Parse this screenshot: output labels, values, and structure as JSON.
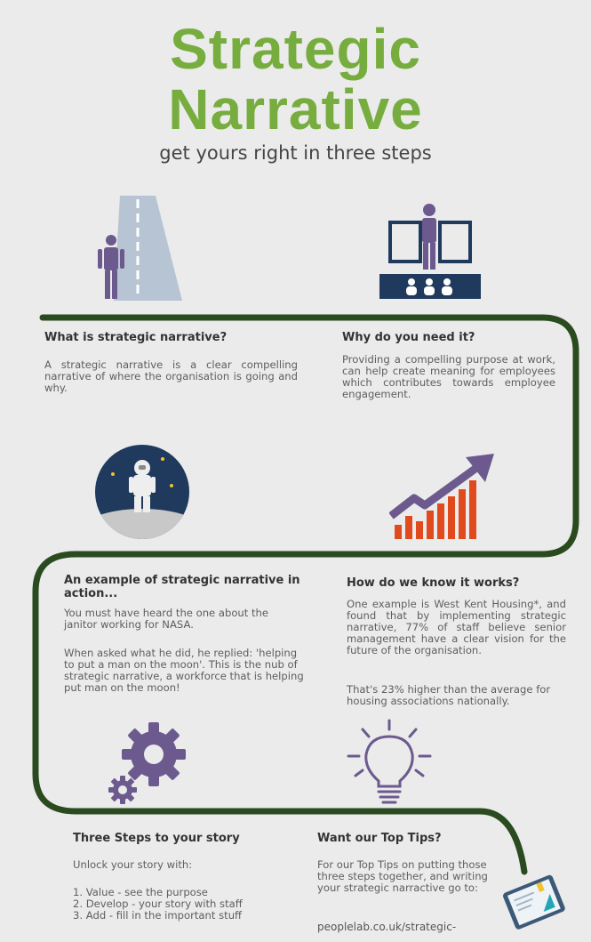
{
  "header": {
    "title_line1": "Strategic",
    "title_line2": "Narrative",
    "subtitle": "get yours right in three steps"
  },
  "sections": {
    "what": {
      "heading": "What is strategic narrative?",
      "body": "A strategic narrative is a clear compelling narrative of where the organisation is going and why."
    },
    "why": {
      "heading": "Why do you need it?",
      "body": "Providing a compelling purpose at work, can help create meaning for employees which contributes towards employee engagement."
    },
    "example": {
      "heading": "An example of strategic narrative in action...",
      "body1": "You must have heard the one about the janitor working for NASA.",
      "body2": "When asked what he did, he replied: 'helping to put a man on the moon'. This is the nub of strategic narrative, a workforce that is helping put man on the moon!"
    },
    "how": {
      "heading": "How do we know it works?",
      "body1": "One example is West Kent Housing*, and found that by implementing strategic narrative, 77% of staff believe senior management have a clear vision for the future of the organisation.",
      "body2": "That's 23% higher than the average for housing associations nationally."
    },
    "three_steps": {
      "heading": "Three Steps to your story",
      "intro": "Unlock your story with:",
      "steps": [
        "1. Value - see the purpose",
        "2. Develop - your story with staff",
        "3. Add - fill in the important stuff"
      ]
    },
    "top_tips": {
      "heading": "Want our Top Tips?",
      "body": "For our Top Tips on putting those three steps together, and writing your strategic narractive go to:",
      "link": "peoplelab.co.uk/strategic-"
    }
  },
  "icons": [
    "road-person-icon",
    "presenter-audience-icon",
    "astronaut-moon-icon",
    "growth-chart-icon",
    "gears-icon",
    "lightbulb-icon",
    "tablet-chart-icon"
  ],
  "colors": {
    "title_green": "#77ad3e",
    "path_green": "#2a4a1f",
    "purple": "#6c5a8e",
    "navy": "#1f3a5c",
    "orange_red": "#e04a1c",
    "road_blue": "#b7c4d4"
  }
}
